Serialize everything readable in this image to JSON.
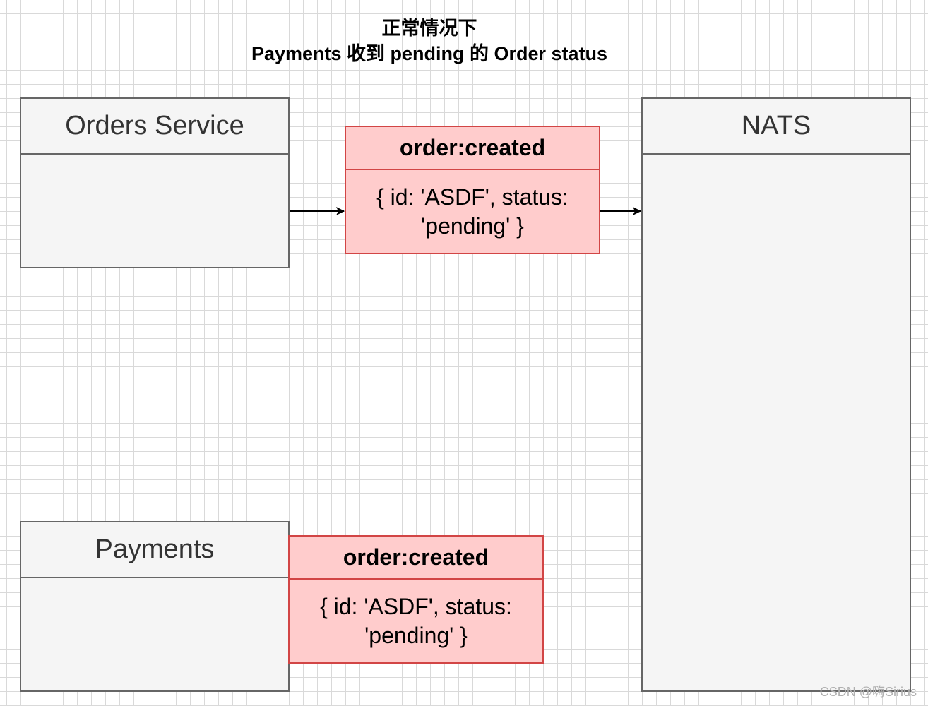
{
  "title": {
    "line1": "正常情况下",
    "line2": "Payments 收到 pending 的 Order status"
  },
  "lanes": {
    "orders": {
      "label": "Orders Service"
    },
    "nats": {
      "label": "NATS"
    },
    "payments": {
      "label": "Payments"
    }
  },
  "messages": {
    "order_created_sent": {
      "header": "order:created",
      "body_line1": "{ id: 'ASDF', status:",
      "body_line2": "'pending' }"
    },
    "order_created_received": {
      "header": "order:created",
      "body_line1": "{ id: 'ASDF', status:",
      "body_line2": "'pending' }"
    }
  },
  "watermark": "CSDN @嗨Sirius",
  "colors": {
    "lane_fill": "#f5f5f5",
    "lane_stroke": "#666666",
    "message_fill": "#ffcccc",
    "message_stroke": "#d24545"
  }
}
